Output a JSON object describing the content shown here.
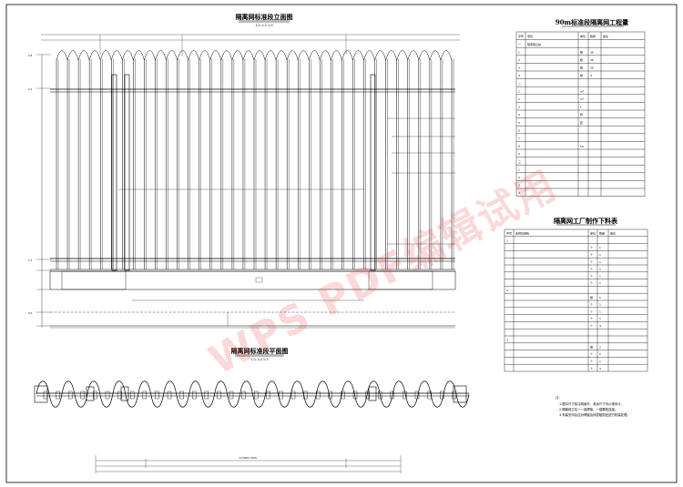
{
  "drawing": {
    "elevation_title": "隔离网标准段立面图",
    "elevation_scale": "1:1 1:2 1:3",
    "plan_title": "隔离网标准段平面图",
    "plan_scale": "1:1 1:2 1:3",
    "qty_table_title": "90m标准段隔离网工程量",
    "cut_table_title": "隔离网工厂制作下料表",
    "notes_title": "注：",
    "notes": [
      "1.图中尺寸除注明者外，其余尺寸均以毫米计。",
      "2.隔离网立柱一一端焊接，一端螺栓连接。",
      "3.安装完毕后应对焊缝及锌层破损处进行防腐处理。"
    ],
    "dims": {
      "left_1": "2.8",
      "left_2": "2.2",
      "left_3": "1.3",
      "left_4": "0.5",
      "bottom_span": "3×2500=7500"
    }
  },
  "qty_table": {
    "headers": [
      "序号",
      "项目",
      "单位",
      "数量",
      "备注"
    ],
    "rows": [
      [
        "一",
        "隔离网立柱",
        "",
        "",
        ""
      ],
      [
        "1",
        "",
        "根",
        "36",
        ""
      ],
      [
        "2",
        "",
        "根",
        "36",
        ""
      ],
      [
        "3",
        "",
        "根",
        "36",
        ""
      ],
      [
        "4",
        "",
        "根",
        "4",
        ""
      ],
      [
        "二",
        "",
        "",
        "",
        ""
      ],
      [
        "1",
        "",
        "m³",
        "",
        ""
      ],
      [
        "2",
        "",
        "m²",
        "",
        ""
      ],
      [
        "3",
        "",
        "t",
        "",
        ""
      ],
      [
        "4",
        "",
        "套",
        "",
        ""
      ],
      [
        "5",
        "",
        "套",
        "",
        ""
      ],
      [
        "6",
        "",
        "",
        "",
        ""
      ],
      [
        "7",
        "",
        "",
        "",
        ""
      ],
      [
        "8",
        "",
        "kg",
        "",
        ""
      ],
      [
        "9",
        "",
        "",
        "",
        ""
      ],
      [
        "三",
        "",
        "",
        "",
        ""
      ],
      [
        "1",
        "",
        "",
        "",
        ""
      ],
      [
        "2",
        "",
        "",
        "",
        ""
      ],
      [
        "3",
        "",
        "",
        "",
        ""
      ],
      [
        "4",
        "",
        "",
        "",
        ""
      ]
    ]
  },
  "cut_table": {
    "headers": [
      "序号",
      "名称及规格",
      "单位",
      "数量",
      "备注"
    ],
    "rows": [
      [
        "1",
        "",
        "",
        "",
        ""
      ],
      [
        "",
        "",
        "个",
        "1",
        ""
      ],
      [
        "",
        "",
        "个",
        "1",
        ""
      ],
      [
        "",
        "",
        "个",
        "1",
        ""
      ],
      [
        "",
        "",
        "个",
        "1",
        ""
      ],
      [
        "",
        "",
        "个",
        "1",
        ""
      ],
      [
        "",
        "",
        "个",
        "1",
        ""
      ],
      [
        "2",
        "",
        "",
        "",
        ""
      ],
      [
        "",
        "",
        "根",
        "1",
        ""
      ],
      [
        "",
        "",
        "个",
        "1",
        ""
      ],
      [
        "",
        "",
        "个",
        "1",
        ""
      ],
      [
        "",
        "",
        "个",
        "1",
        ""
      ],
      [
        "",
        "",
        "个",
        "4",
        ""
      ],
      [
        "",
        "",
        "",
        "",
        ""
      ],
      [
        "3",
        "",
        "",
        "",
        ""
      ],
      [
        "",
        "",
        "根",
        "2",
        ""
      ],
      [
        "",
        "",
        "个",
        "2",
        ""
      ],
      [
        "",
        "",
        "个",
        "1",
        ""
      ],
      [
        "",
        "",
        "个",
        "4",
        ""
      ]
    ]
  },
  "watermark": "WPS PDF编辑试用"
}
